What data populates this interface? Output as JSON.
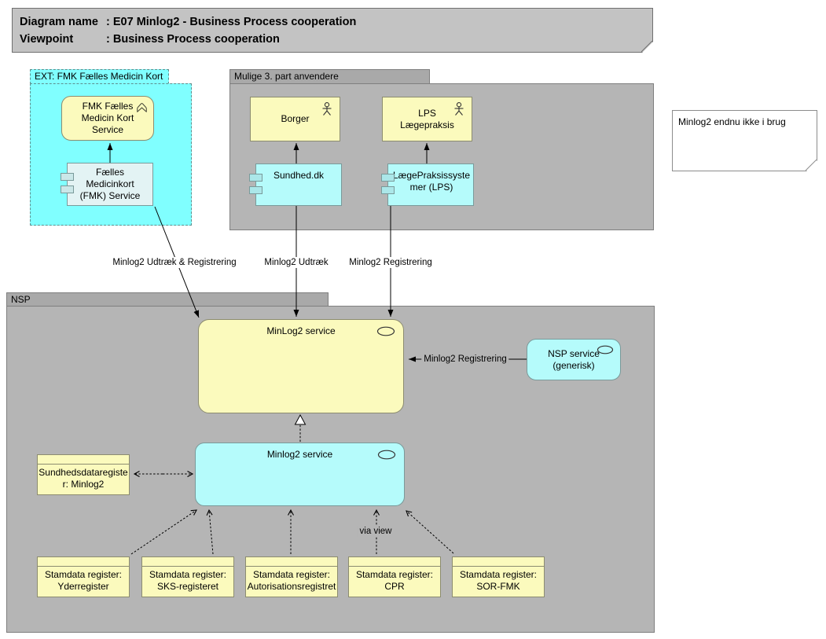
{
  "title_note": {
    "line1_label": "Diagram name",
    "line2_label": "Viewpoint",
    "colon": ":",
    "line1_value": "E07 Minlog2 - Business Process cooperation",
    "line2_value": "Business Process cooperation"
  },
  "groups": {
    "ext": "EXT: FMK Fælles Medicin Kort",
    "mulige": "Mulige 3. part anvendere",
    "nsp": "NSP"
  },
  "nodes": {
    "fmk_service": "FMK Fælles Medicin Kort Service",
    "fmk_component": "Fælles Medicinkort (FMK) Service",
    "borger": "Borger",
    "lps_laegepraksis": "LPS Lægepraksis",
    "sundhed_dk": "Sundhed.dk",
    "laegepraksissystemer": "LægePraksissystemer (LPS)",
    "minlog2_service_top": "MinLog2 service",
    "nsp_service_generisk": "NSP service (generisk)",
    "minlog2_service_mid": "Minlog2 service",
    "sundhedsdataregister": "Sundhedsdataregister: Minlog2",
    "stamdata": [
      "Stamdata register: Yderregister",
      "Stamdata register: SKS-registeret",
      "Stamdata register: Autorisationsregistret",
      "Stamdata register: CPR",
      "Stamdata register: SOR-FMK"
    ]
  },
  "note_text": "Minlog2 endnu ikke i brug",
  "connector_labels": {
    "udtraek_registrering": "Minlog2 Udtræk & Registrering",
    "udtraek": "Minlog2 Udtræk",
    "registrering": "Minlog2 Registrering",
    "nsp_registrering": "Minlog2 Registrering",
    "via_view": "via view"
  },
  "colors": {
    "group_cyan": "#80FFFF",
    "node_cyan": "#B5FBFB",
    "node_yellow": "#FBFABD",
    "pale_component": "#E3F3F4",
    "group_gray_body": "#B5B5B5",
    "group_gray_tab": "#A9A9A9",
    "title_note_gray": "#C3C3C3",
    "border_gray": "#7F7F7F"
  }
}
